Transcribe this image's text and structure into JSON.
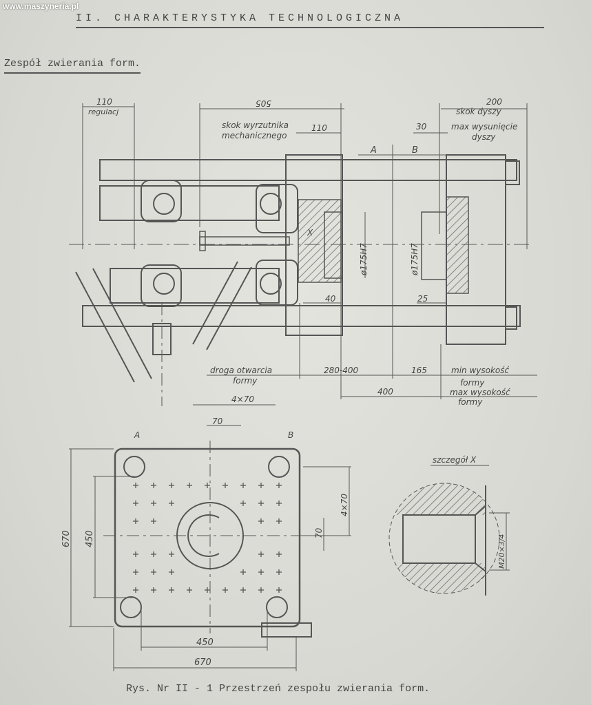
{
  "watermark": "www.maszyneria.pl",
  "header": {
    "title": "II. CHARAKTERYSTYKA TECHNOLOGICZNA"
  },
  "section": {
    "title": "Zespół zwierania form."
  },
  "drawing_top": {
    "labels": {
      "d110_reg": "110",
      "regulacj": "regulacj",
      "d505": "505",
      "skok_wyrzutnika": "skok wyrzutnika",
      "mechaniczn": "mechanicznego",
      "d110": "110",
      "A": "A",
      "B": "B",
      "d200": "200",
      "skok_dyszy": "skok dyszy",
      "d30": "30",
      "max_wysuniecie": "max wysunięcie",
      "dyszy": "dyszy",
      "x_detail": "X",
      "dia1": "ø175H7",
      "dia2": "ø175H7",
      "d40": "40",
      "d25": "25",
      "droga": "droga otwarcia",
      "formy1": "formy",
      "d280_400": "280-400",
      "d165": "165",
      "min_wys": "min wysokość",
      "formy2": "formy",
      "d400": "400",
      "max_wys": "max wysokość",
      "formy3": "formy",
      "d4x70": "4×70",
      "d70": "70"
    }
  },
  "drawing_bottom": {
    "labels": {
      "A": "A",
      "B": "B",
      "d670_v": "670",
      "d450_v": "450",
      "d4x70_v": "4×70",
      "d70_v": "70",
      "d450_h": "450",
      "d670_h": "670",
      "szczegol": "szczegół X",
      "thread": "M20×3/4"
    }
  },
  "caption": "Rys. Nr II - 1  Przestrzeń zespołu zwierania form."
}
